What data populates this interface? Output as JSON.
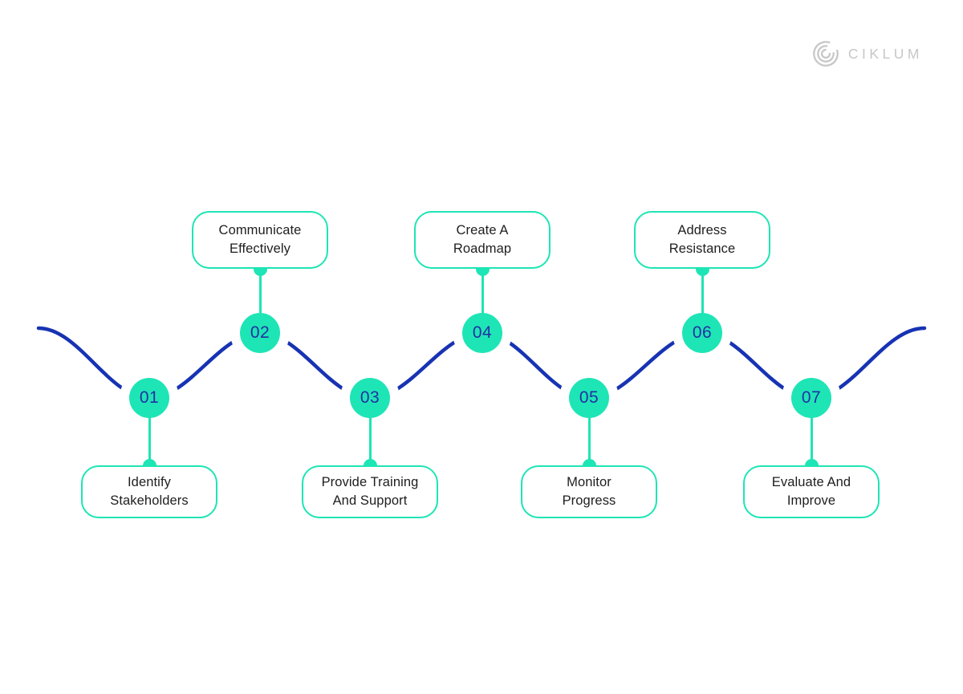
{
  "brand": {
    "name": "CIKLUM"
  },
  "colors": {
    "background": "#FFFFFF",
    "accent": "#1EE5B5",
    "wave_blue": "#1733B3",
    "number_blue": "#2230A6",
    "label_text": "#1E1E1E",
    "logo_gray": "#C7C7C7"
  },
  "diagram": {
    "type": "process-wave-timeline",
    "steps": [
      {
        "number": "01",
        "label": "Identify Stakeholders",
        "label_lines": [
          "Identify",
          "Stakeholders"
        ],
        "position": "bottom"
      },
      {
        "number": "02",
        "label": "Communicate Effectively",
        "label_lines": [
          "Communicate",
          "Effectively"
        ],
        "position": "top"
      },
      {
        "number": "03",
        "label": "Provide Training And Support",
        "label_lines": [
          "Provide Training",
          "And Support"
        ],
        "position": "bottom"
      },
      {
        "number": "04",
        "label": "Create A Roadmap",
        "label_lines": [
          "Create A",
          "Roadmap"
        ],
        "position": "top"
      },
      {
        "number": "05",
        "label": "Monitor Progress",
        "label_lines": [
          "Monitor",
          "Progress"
        ],
        "position": "bottom"
      },
      {
        "number": "06",
        "label": "Address Resistance",
        "label_lines": [
          "Address",
          "Resistance"
        ],
        "position": "top"
      },
      {
        "number": "07",
        "label": "Evaluate And Improve",
        "label_lines": [
          "Evaluate And",
          "Improve"
        ],
        "position": "bottom"
      }
    ]
  }
}
